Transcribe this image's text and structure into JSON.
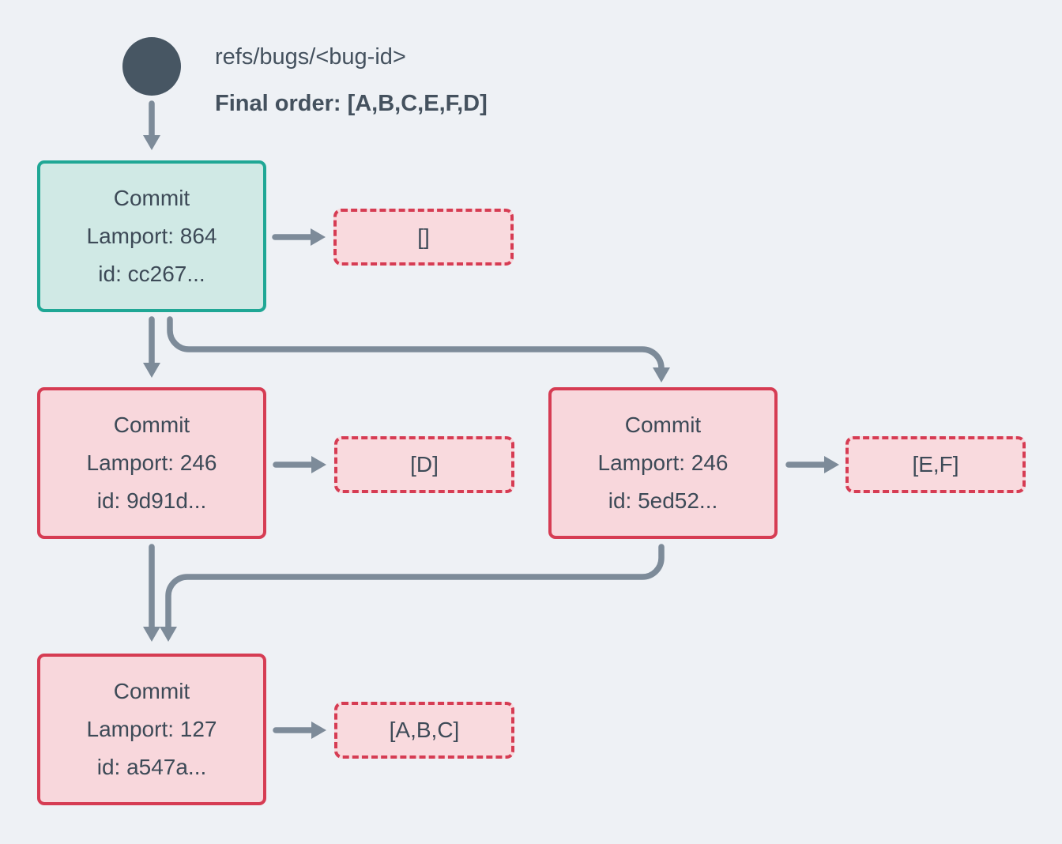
{
  "header": {
    "ref_name": "refs/bugs/<bug-id>",
    "final_order": "Final order: [A,B,C,E,F,D]"
  },
  "nodes": {
    "root": {
      "title": "Commit",
      "lamport": "Lamport: 864",
      "id": "id: cc267...",
      "ops": "[]"
    },
    "left": {
      "title": "Commit",
      "lamport": "Lamport: 246",
      "id": "id: 9d91d...",
      "ops": "[D]"
    },
    "right": {
      "title": "Commit",
      "lamport": "Lamport: 246",
      "id": "id: 5ed52...",
      "ops": "[E,F]"
    },
    "bottom": {
      "title": "Commit",
      "lamport": "Lamport: 127",
      "id": "id: a547a...",
      "ops": "[A,B,C]"
    }
  },
  "colors": {
    "background": "#eef1f5",
    "ink": "#44515e",
    "box-text": "#3d4a57",
    "arrow": "#7d8b99",
    "teal-border": "#1fa795",
    "teal-fill": "#d0e9e5",
    "red-border": "#d63c53",
    "pink-fill": "#f8d7dc",
    "dashed-fill": "#f9dade",
    "head-dot": "#475663"
  }
}
